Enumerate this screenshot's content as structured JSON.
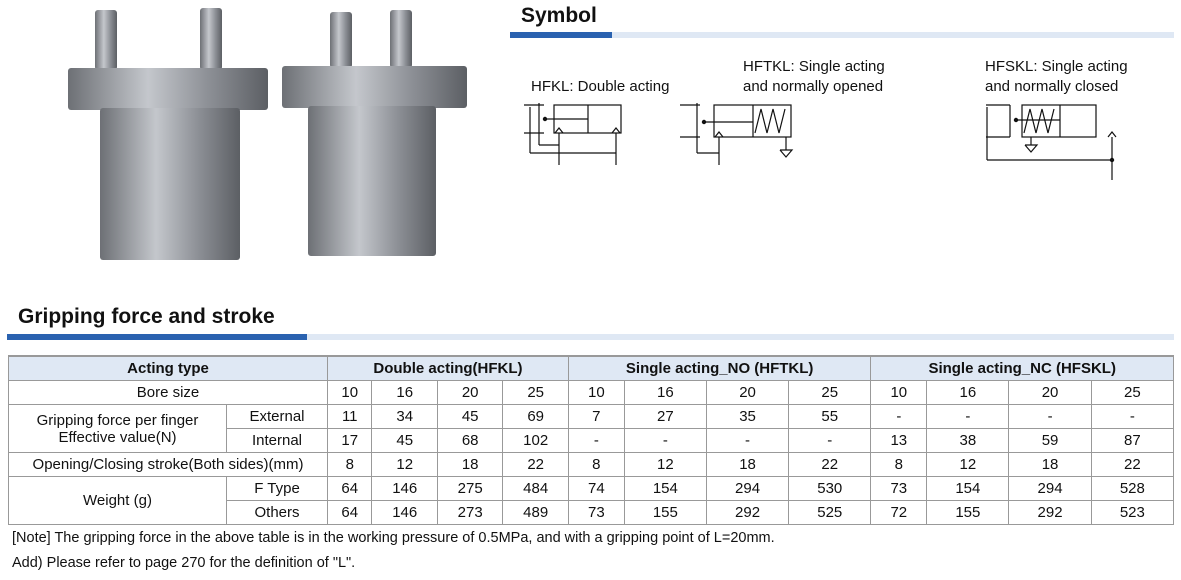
{
  "symbol": {
    "title": "Symbol",
    "items": [
      {
        "lines": [
          "HFKL: Double acting"
        ]
      },
      {
        "lines": [
          "HFTKL: Single acting",
          "and normally opened"
        ]
      },
      {
        "lines": [
          "HFSKL: Single acting",
          "and normally closed"
        ]
      }
    ]
  },
  "grip": {
    "title": "Gripping force and stroke",
    "header": {
      "label": "Acting type",
      "groups": [
        "Double acting(HFKL)",
        "Single acting_NO (HFTKL)",
        "Single acting_NC (HFSKL)"
      ]
    },
    "bore": {
      "label": "Bore size",
      "values": [
        "10",
        "16",
        "20",
        "25",
        "10",
        "16",
        "20",
        "25",
        "10",
        "16",
        "20",
        "25"
      ]
    },
    "force": {
      "label1": "Gripping force per finger",
      "label2": "Effective value(N)",
      "external": {
        "label": "External",
        "values": [
          "11",
          "34",
          "45",
          "69",
          "7",
          "27",
          "35",
          "55",
          "-",
          "-",
          "-",
          "-"
        ]
      },
      "internal": {
        "label": "Internal",
        "values": [
          "17",
          "45",
          "68",
          "102",
          "-",
          "-",
          "-",
          "-",
          "13",
          "38",
          "59",
          "87"
        ]
      }
    },
    "stroke": {
      "label": "Opening/Closing stroke(Both sides)(mm)",
      "values": [
        "8",
        "12",
        "18",
        "22",
        "8",
        "12",
        "18",
        "22",
        "8",
        "12",
        "18",
        "22"
      ]
    },
    "weight": {
      "label": "Weight (g)",
      "ftype": {
        "label": "F Type",
        "values": [
          "64",
          "146",
          "275",
          "484",
          "74",
          "154",
          "294",
          "530",
          "73",
          "154",
          "294",
          "528"
        ]
      },
      "others": {
        "label": "Others",
        "values": [
          "64",
          "146",
          "273",
          "489",
          "73",
          "155",
          "292",
          "525",
          "72",
          "155",
          "292",
          "523"
        ]
      }
    }
  },
  "notes": [
    "[Note] The gripping force in the above table is in the working pressure of 0.5MPa, and with a gripping point of L=20mm.",
    "Add) Please refer to page 270 for the definition of \"L\"."
  ]
}
